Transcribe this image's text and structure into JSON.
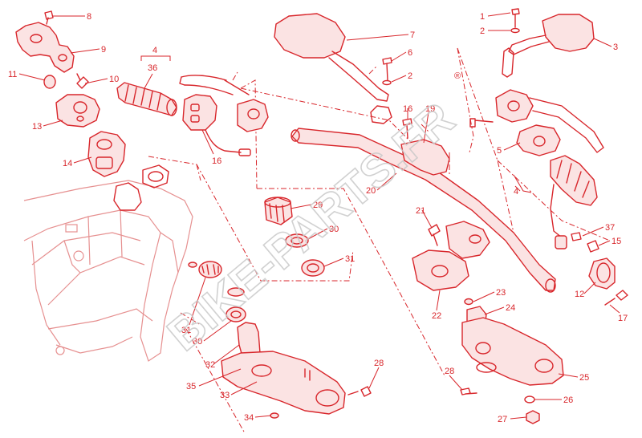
{
  "diagram": {
    "watermark": "BIKE-PARTS.FR",
    "registered_mark": "®",
    "colors": {
      "line": "#d8262b",
      "fill": "#fbe3e3",
      "frame": "#e69090",
      "watermark": "#c9c9c9"
    },
    "callouts": [
      {
        "id": "c8",
        "text": "8"
      },
      {
        "id": "c9",
        "text": "9"
      },
      {
        "id": "c4a",
        "text": "4"
      },
      {
        "id": "c36",
        "text": "36"
      },
      {
        "id": "c11",
        "text": "11"
      },
      {
        "id": "c10",
        "text": "10"
      },
      {
        "id": "c13",
        "text": "13"
      },
      {
        "id": "c14",
        "text": "14"
      },
      {
        "id": "c16a",
        "text": "16"
      },
      {
        "id": "c7",
        "text": "7"
      },
      {
        "id": "c6",
        "text": "6"
      },
      {
        "id": "c2a",
        "text": "2"
      },
      {
        "id": "c16b",
        "text": "16"
      },
      {
        "id": "c19",
        "text": "19"
      },
      {
        "id": "c1",
        "text": "1"
      },
      {
        "id": "c2b",
        "text": "2"
      },
      {
        "id": "c3",
        "text": "3"
      },
      {
        "id": "c5",
        "text": "5"
      },
      {
        "id": "c4b",
        "text": "4"
      },
      {
        "id": "c20",
        "text": "20"
      },
      {
        "id": "c29",
        "text": "29"
      },
      {
        "id": "c30a",
        "text": "30"
      },
      {
        "id": "c31a",
        "text": "31"
      },
      {
        "id": "c21",
        "text": "21"
      },
      {
        "id": "c37",
        "text": "37"
      },
      {
        "id": "c15",
        "text": "15"
      },
      {
        "id": "c12",
        "text": "12"
      },
      {
        "id": "c17",
        "text": "17"
      },
      {
        "id": "c22",
        "text": "22"
      },
      {
        "id": "c23",
        "text": "23"
      },
      {
        "id": "c24",
        "text": "24"
      },
      {
        "id": "c31b",
        "text": "31"
      },
      {
        "id": "c30b",
        "text": "30"
      },
      {
        "id": "c32",
        "text": "32"
      },
      {
        "id": "c35",
        "text": "35"
      },
      {
        "id": "c33",
        "text": "33"
      },
      {
        "id": "c28a",
        "text": "28"
      },
      {
        "id": "c34",
        "text": "34"
      },
      {
        "id": "c28b",
        "text": "28"
      },
      {
        "id": "c25",
        "text": "25"
      },
      {
        "id": "c26",
        "text": "26"
      },
      {
        "id": "c27",
        "text": "27"
      }
    ]
  }
}
